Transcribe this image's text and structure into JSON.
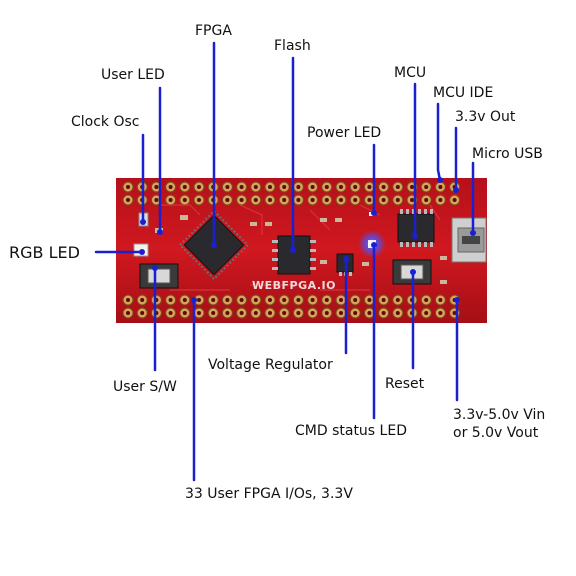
{
  "board": {
    "silkscreen": "WEBFPGA.IO",
    "colors": {
      "pcb": "#c8141c",
      "pcb_dark": "#8e0e14",
      "pad": "#d9a35a",
      "chip": "#2a2a2e",
      "leader": "#1a1fd0",
      "led_glow": "#4a56ff"
    }
  },
  "labels": {
    "fpga": "FPGA",
    "flash": "Flash",
    "user_led": "User LED",
    "clock_osc": "Clock Osc",
    "power_led": "Power LED",
    "mcu": "MCU",
    "mcu_ide": "MCU IDE",
    "out_3v3": "3.3v Out",
    "micro_usb": "Micro USB",
    "rgb_led": "RGB LED",
    "user_sw": "User S/W",
    "voltage_regulator": "Voltage Regulator",
    "reset": "Reset",
    "cmd_status_led": "CMD status LED",
    "vin_line1": "3.3v-5.0v Vin",
    "vin_line2": "or 5.0v Vout",
    "user_io": "33 User FPGA I/Os, 3.3V"
  }
}
